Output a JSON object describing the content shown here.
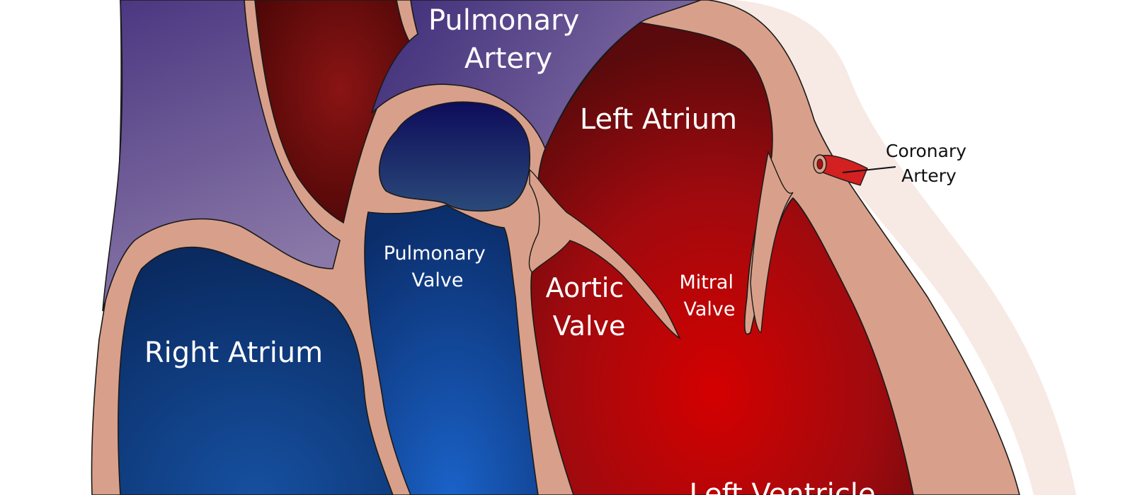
{
  "labels": {
    "pulmonary_artery": [
      "Pulmonary",
      "Artery"
    ],
    "left_atrium": "Left Atrium",
    "right_atrium": "Right Atrium",
    "pulmonary_valve": [
      "Pulmonary",
      "Valve"
    ],
    "aortic_valve": [
      "Aortic",
      "Valve"
    ],
    "mitral_valve": [
      "Mitral",
      "Valve"
    ],
    "coronary_artery": [
      "Coronary",
      "Artery"
    ],
    "left_ventricle_partial": "Left Ventricle"
  },
  "colors": {
    "tissue": "#d9a48f",
    "outline": "#1a1a1a",
    "deoxygenated": "#12367a",
    "oxygenated": "#a8070f",
    "vessel_purple": "#5b4a8c",
    "coronary": "#d32020"
  }
}
